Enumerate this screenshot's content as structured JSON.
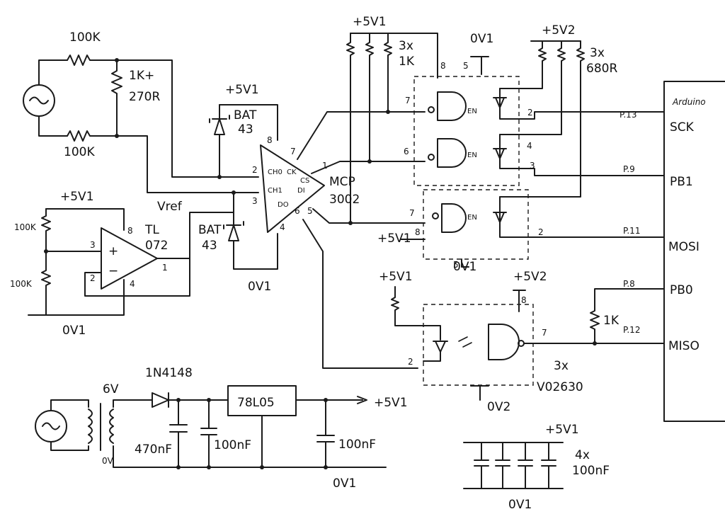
{
  "signal_source": {
    "r_top": "100K",
    "r_bottom": "100K",
    "r_divider_line1": "1K+",
    "r_divider_line2": "270R"
  },
  "vref_divider": {
    "supply": "+5V1",
    "r_top": "100K",
    "r_bottom": "100K",
    "ground": "0V1"
  },
  "opamp": {
    "part_line1": "TL",
    "part_line2": "072",
    "pin3": "3",
    "pin2": "2",
    "pin8": "8",
    "pin4": "4",
    "pin1": "1",
    "plus": "+",
    "minus": "−",
    "vref_label": "Vref"
  },
  "clamp_diodes": {
    "supply": "+5V1",
    "top_part_line1": "BAT",
    "top_part_line2": "43",
    "bottom_part_line1": "BAT",
    "bottom_part_line2": "43",
    "ground": "0V1"
  },
  "adc": {
    "part_line1": "MCP",
    "part_line2": "3002",
    "pin_ch0": "CH0",
    "pin_ch1": "CH1",
    "pin_ck": "CK",
    "pin_cs": "CS",
    "pin_di": "DI",
    "pin_do": "DO",
    "pin2": "2",
    "pin3": "3",
    "pin8": "8",
    "pin7": "7",
    "pin1": "1",
    "pin5": "5",
    "pin6": "6",
    "pin4": "4"
  },
  "isolators": {
    "supply1": "+5V1",
    "pullups1_line1": "3x",
    "pullups1_line2": "1K",
    "gnd1": "0V1",
    "supply2": "+5V2",
    "pullups2_line1": "3x",
    "pullups2_line2": "680R",
    "pin8": "8",
    "pin5": "5",
    "g1_in": "7",
    "g1_out": "2",
    "g2_in": "6",
    "g2_out_a": "4",
    "g2_out_b": "3",
    "g3_in": "7",
    "g3_supply_pin": "8",
    "g3_out": "2",
    "g3_ground_pin": "5",
    "g3_supply": "+5V1",
    "g3_ground": "0V1",
    "g4_supply1": "+5V1",
    "g4_supply2": "+5V2",
    "g4_pin8": "8",
    "g4_pin2": "2",
    "g4_pin7": "7",
    "g4_ground": "0V2",
    "count": "3x",
    "part": "V02630",
    "en": "EN"
  },
  "arduino": {
    "title": "Arduino",
    "pins": [
      {
        "num": "P.13",
        "name": "SCK"
      },
      {
        "num": "P.9",
        "name": "PB1"
      },
      {
        "num": "P.11",
        "name": "MOSI"
      },
      {
        "num": "P.8",
        "name": "PB0"
      },
      {
        "num": "P.12",
        "name": "MISO"
      }
    ],
    "pullup": "1K"
  },
  "power_supply": {
    "transformer": "6V",
    "transformer_ground": "0V",
    "diode": "1N4148",
    "cap1": "470nF",
    "cap2": "100nF",
    "regulator": "78L05",
    "cap3": "100nF",
    "output": "+5V1",
    "ground": "0V1"
  },
  "decoupling": {
    "supply": "+5V1",
    "count": "4x",
    "value": "100nF",
    "ground": "0V1"
  }
}
